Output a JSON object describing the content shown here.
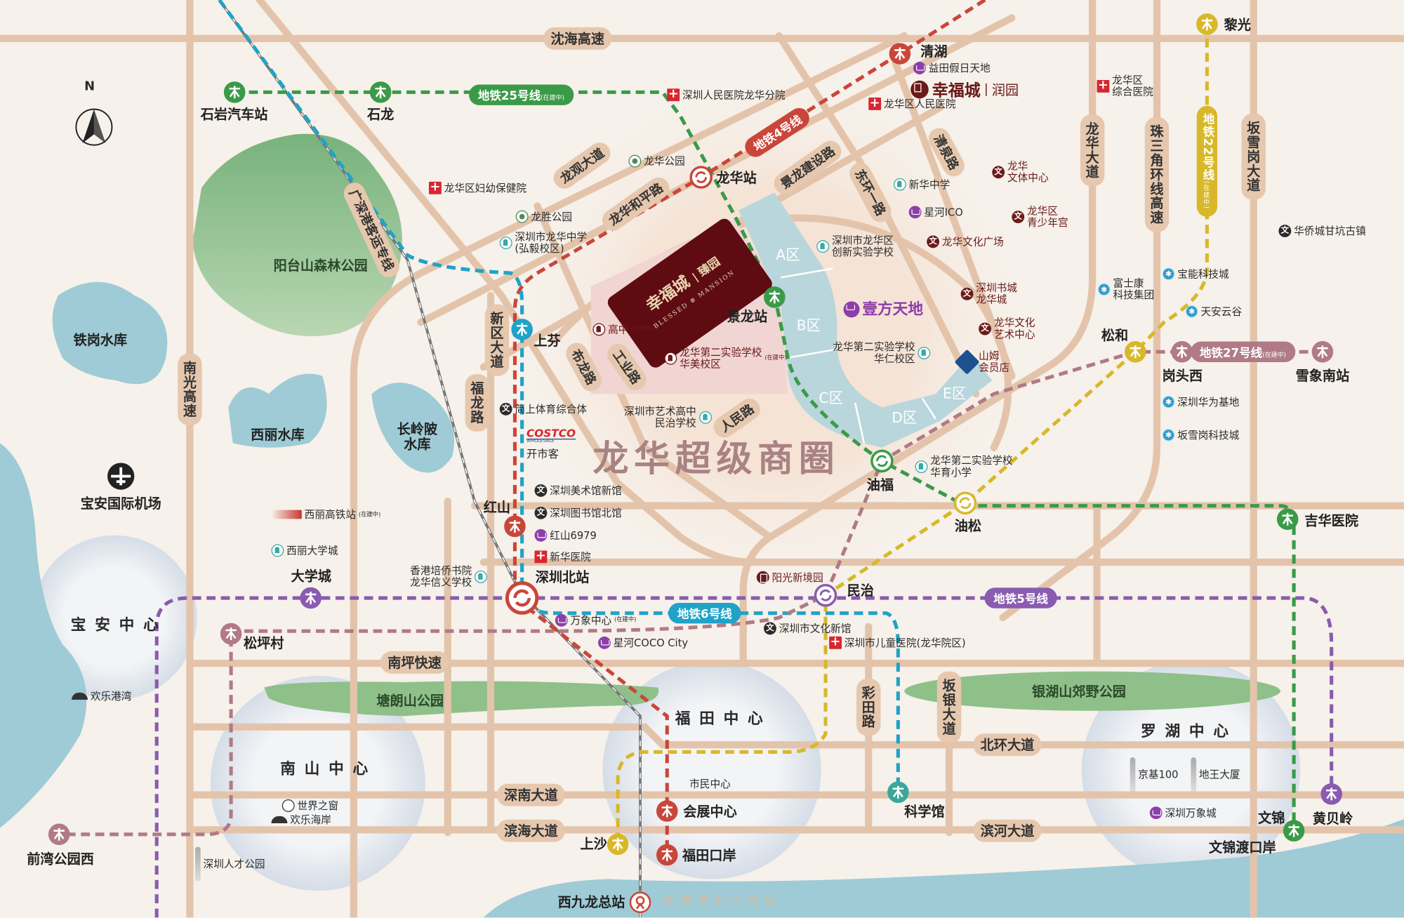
{
  "title_area": "龙华超级商圈",
  "project": {
    "name": "幸福城",
    "sub": "臻园",
    "en_left": "BLESSED",
    "en_right": "MANSION"
  },
  "project_top": {
    "name": "幸福城",
    "sub": "润园"
  },
  "compass": "N",
  "hk_region": "香港特别行政区",
  "costco": {
    "logo": "COSTCO",
    "logo_sub": "WHOLESALE",
    "name": "开市客"
  },
  "colors": {
    "green": "#3a9a48",
    "red": "#c9463a",
    "blue": "#1fa3c8",
    "yellow": "#d8b82a",
    "purple": "#8a5bb0",
    "mauve": "#b07a86",
    "teal": "#3aa79a",
    "road": "#e6c8ae",
    "water": "#9ecbd6"
  },
  "metro_lines": [
    {
      "label": "地铁25号线",
      "note": "(在建中)",
      "color": "#3a9a48"
    },
    {
      "label": "地铁4号线",
      "note": "",
      "color": "#c9463a"
    },
    {
      "label": "地铁22号线",
      "note": "(在建中)",
      "color": "#d8b82a"
    },
    {
      "label": "地铁27号线",
      "note": "(在建中)",
      "color": "#b07a86"
    },
    {
      "label": "地铁6号线",
      "note": "",
      "color": "#1fa3c8"
    },
    {
      "label": "地铁5号线",
      "note": "",
      "color": "#8a5bb0"
    }
  ],
  "stations": [
    {
      "name": "石岩汽车站",
      "color": "#3a9a48"
    },
    {
      "name": "石龙",
      "color": "#3a9a48"
    },
    {
      "name": "清湖",
      "color": "#c9463a"
    },
    {
      "name": "龙华站",
      "color": "#c9463a"
    },
    {
      "name": "景龙站",
      "color": "#3a9a48"
    },
    {
      "name": "上芬",
      "color": "#1fa3c8"
    },
    {
      "name": "红山",
      "color": "#c9463a"
    },
    {
      "name": "深圳北站",
      "color": "#c9463a"
    },
    {
      "name": "油福",
      "color": "#3a9a48"
    },
    {
      "name": "油松",
      "color": "#d8b82a"
    },
    {
      "name": "松和",
      "color": "#d8b82a"
    },
    {
      "name": "岗头西",
      "color": "#b07a86"
    },
    {
      "name": "雪象南站",
      "color": "#b07a86"
    },
    {
      "name": "黎光",
      "color": "#d8b82a"
    },
    {
      "name": "吉华医院",
      "color": "#3a9a48"
    },
    {
      "name": "民治",
      "color": "#8a5bb0"
    },
    {
      "name": "大学城",
      "color": "#8a5bb0"
    },
    {
      "name": "松坪村",
      "color": "#b07a86"
    },
    {
      "name": "前湾公园西",
      "color": "#b07a86"
    },
    {
      "name": "科学馆",
      "color": "#3aa79a"
    },
    {
      "name": "会展中心",
      "color": "#c9463a"
    },
    {
      "name": "福田口岸",
      "color": "#c9463a"
    },
    {
      "name": "上沙",
      "color": "#d8b82a"
    },
    {
      "name": "黄贝岭",
      "color": "#8a5bb0"
    },
    {
      "name": "文锦",
      "color": "#3a9a48"
    },
    {
      "name": "文锦渡口岸",
      "color": "#3a9a48"
    },
    {
      "name": "西九龙总站",
      "color": "#c9463a"
    }
  ],
  "road_labels": [
    "沈海高速",
    "龙观大道",
    "龙华和平路",
    "景龙建设路",
    "东环一路",
    "清泉路",
    "龙华大道",
    "珠三角环线高速",
    "坂雪岗大道",
    "南光高速",
    "新区大道",
    "福龙路",
    "布龙路",
    "工业路",
    "人民路",
    "广深港客运专线",
    "南坪快速",
    "深南大道",
    "滨海大道",
    "北环大道",
    "滨河大道",
    "彩田路",
    "坂银大道"
  ],
  "pois": [
    {
      "text": "深圳人民医院龙华分院",
      "icon": "hospital"
    },
    {
      "text": "龙华区人民医院",
      "icon": "hospital"
    },
    {
      "text": "龙华区\n综合医院",
      "icon": "hospital"
    },
    {
      "text": "益田假日天地",
      "icon": "shop"
    },
    {
      "text": "龙华区妇幼保健院",
      "icon": "hospital"
    },
    {
      "text": "龙华公园",
      "icon": "park"
    },
    {
      "text": "龙胜公园",
      "icon": "park"
    },
    {
      "text": "深圳市龙华中学\n(弘毅校区)",
      "icon": "school"
    },
    {
      "text": "新华中学",
      "icon": "school"
    },
    {
      "text": "星河ICO",
      "icon": "shop"
    },
    {
      "text": "龙华\n文体中心",
      "icon": "culture-red",
      "text_color": "#6b1a1a"
    },
    {
      "text": "龙华区\n青少年宫",
      "icon": "culture-red",
      "text_color": "#6b1a1a"
    },
    {
      "text": "龙华文化广场",
      "icon": "culture-red",
      "text_color": "#6b1a1a"
    },
    {
      "text": "深圳市龙华区\n创新实验学校",
      "icon": "school"
    },
    {
      "text": "深圳书城\n龙华城",
      "icon": "culture-red",
      "text_color": "#6b1a1a"
    },
    {
      "text": "龙华文化\n艺术中心",
      "icon": "culture-red",
      "text_color": "#6b1a1a"
    },
    {
      "text": "壹方天地",
      "icon": "shop",
      "text_color": "#8d3fa8"
    },
    {
      "text": "龙华第二实验学校\n华仁校区",
      "icon": "school"
    },
    {
      "text": "山姆\n会员店",
      "icon": "sams",
      "text_color": "#6b1a1a"
    },
    {
      "text": "华侨城甘坑古镇",
      "icon": "culture"
    },
    {
      "text": "宝能科技城",
      "icon": "tech"
    },
    {
      "text": "富士康\n科技集团",
      "icon": "tech"
    },
    {
      "text": "天安云谷",
      "icon": "tech"
    },
    {
      "text": "深圳华为基地",
      "icon": "tech"
    },
    {
      "text": "坂雪岗科技城",
      "icon": "tech"
    },
    {
      "text": "高中",
      "note": "(规划中)",
      "icon": "school-red",
      "text_color": "#6b1a1a"
    },
    {
      "text": "龙华第二实验学校\n华美校区",
      "note": "(在建中)",
      "icon": "school-red",
      "text_color": "#6b1a1a"
    },
    {
      "text": "深圳市艺术高中\n民治学校",
      "icon": "school"
    },
    {
      "text": "简上体育综合体",
      "icon": "culture"
    },
    {
      "text": "深圳美术馆新馆",
      "icon": "culture"
    },
    {
      "text": "深圳图书馆北馆",
      "icon": "culture"
    },
    {
      "text": "红山6979",
      "icon": "shop"
    },
    {
      "text": "新华医院",
      "icon": "hospital"
    },
    {
      "text": "龙华第二实验学校\n华育小学",
      "icon": "school"
    },
    {
      "text": "阳光新境园",
      "icon": "project",
      "text_color": "#6b1a1a"
    },
    {
      "text": "深圳市文化新馆",
      "icon": "culture"
    },
    {
      "text": "深圳市儿童医院(龙华院区)",
      "icon": "hospital"
    },
    {
      "text": "万象中心",
      "note": "(在建中)",
      "icon": "shop"
    },
    {
      "text": "星河COCO City",
      "icon": "shop"
    },
    {
      "text": "香港培侨书院\n龙华信义学校",
      "icon": "school"
    },
    {
      "text": "西丽高铁站",
      "note": "(在建中)",
      "icon": "train"
    },
    {
      "text": "西丽大学城",
      "icon": "school"
    },
    {
      "text": "世界之窗",
      "icon": "globe"
    },
    {
      "text": "欢乐海岸",
      "icon": "wave"
    },
    {
      "text": "欢乐港湾",
      "icon": "wave"
    },
    {
      "text": "深圳人才公园",
      "icon": "tower"
    },
    {
      "text": "市民中心",
      "icon": "none"
    },
    {
      "text": "京基100",
      "icon": "tower"
    },
    {
      "text": "地王大厦",
      "icon": "tower"
    },
    {
      "text": "深圳万象城",
      "icon": "shop"
    }
  ],
  "places": [
    "阳台山森林公园",
    "塘朗山公园",
    "银湖山郊野公园",
    "铁岗水库",
    "西丽水库",
    "长岭陂\n水库",
    "宝安国际机场"
  ],
  "districts": [
    "宝安中心",
    "南山中心",
    "福田中心",
    "罗湖中心"
  ],
  "zones": [
    "A区",
    "B区",
    "C区",
    "D区",
    "E区"
  ]
}
